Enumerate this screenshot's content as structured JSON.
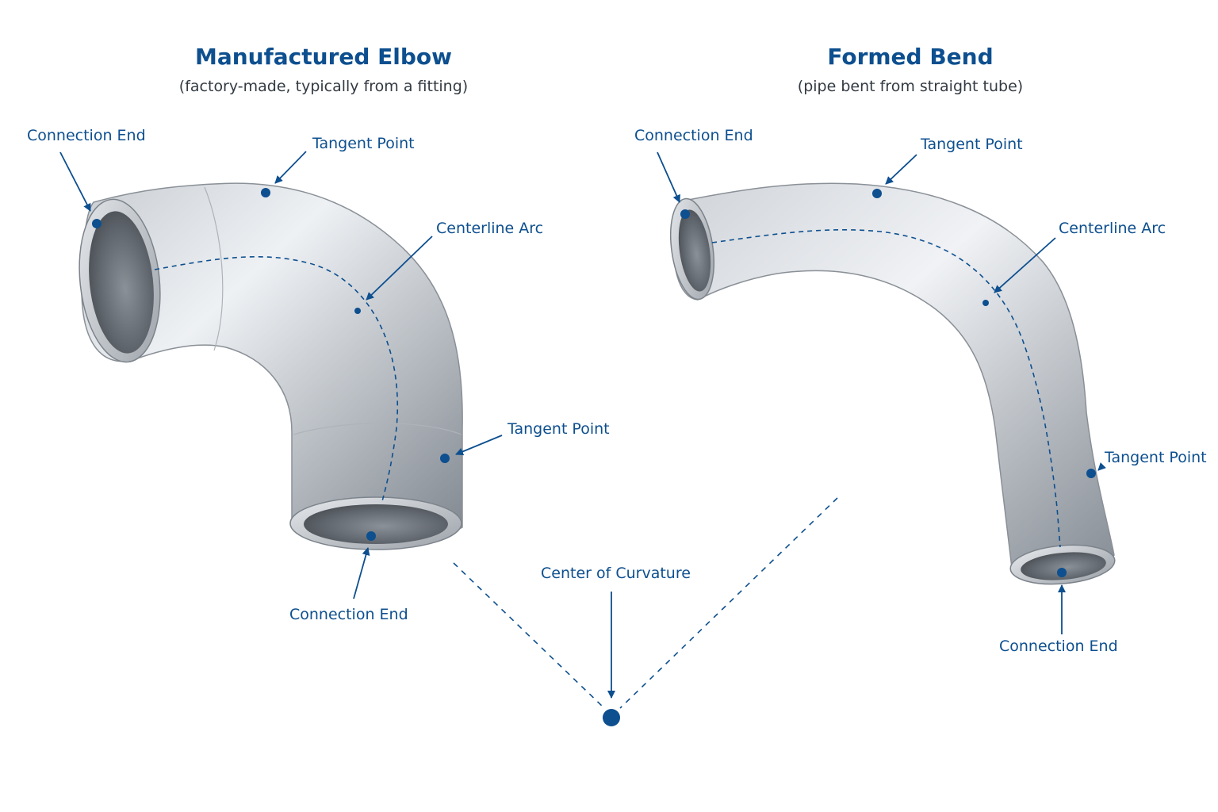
{
  "left_panel": {
    "title": "Manufactured Elbow",
    "subtitle": "(factory-made, typically from a fitting)",
    "labels": {
      "connection_end_top": "Connection End",
      "tangent_point_top": "Tangent Point",
      "centerline_arc": "Centerline Arc",
      "tangent_point_bottom": "Tangent Point",
      "connection_end_bottom": "Connection End"
    }
  },
  "right_panel": {
    "title": "Formed Bend",
    "subtitle": "(pipe bent from straight tube)",
    "labels": {
      "connection_end_top": "Connection End",
      "tangent_point_top": "Tangent Point",
      "centerline_arc": "Centerline Arc",
      "tangent_point_bottom": "Tangent Point",
      "connection_end_bottom": "Connection End"
    }
  },
  "center": {
    "label": "Center of Curvature"
  },
  "colors": {
    "accent": "#0d4f8f",
    "subtitle_text": "#333a42",
    "metal_light": "#eef1f4",
    "metal_mid": "#b9bec4",
    "metal_dark": "#7e858d",
    "background": "#ffffff"
  }
}
